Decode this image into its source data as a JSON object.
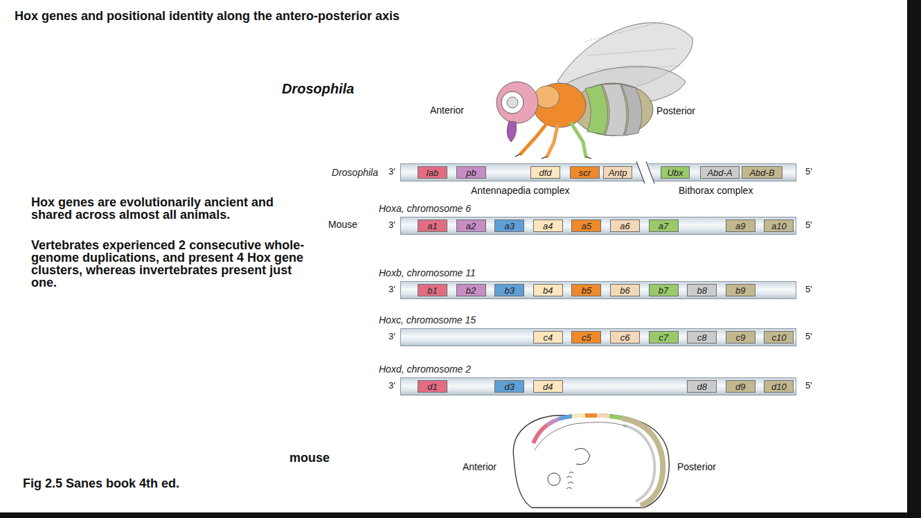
{
  "diagram": {
    "title": "Hox genes and positional identity along the antero-posterior axis",
    "caption": "Fig 2.5 Sanes book 4th ed.",
    "nodes": [
      {
        "text": [
          "Drosophila"
        ]
      },
      {
        "text": [
          "lab"
        ],
        "in": 0
      },
      {
        "text": [
          "pb"
        ],
        "in": 0
      },
      {
        "text": [
          "dfd"
        ],
        "in": 0
      },
      {
        "text": [
          "scr"
        ],
        "in": 0
      },
      {
        "text": [
          "Antp"
        ],
        "in": 0
      },
      {
        "text": [
          "Ubx"
        ],
        "in": 0
      },
      {
        "text": [
          "Abd-A"
        ],
        "in": 0
      },
      {
        "text": [
          "Abd-B"
        ],
        "in": 0
      },
      {
        "text": [
          "Hoxa, chromosome 6"
        ]
      },
      {
        "text": [
          "a1"
        ],
        "in": 9
      },
      {
        "text": [
          "a2"
        ],
        "in": 9
      },
      {
        "text": [
          "a3"
        ],
        "in": 9
      },
      {
        "text": [
          "a4"
        ],
        "in": 9
      },
      {
        "text": [
          "a5"
        ],
        "in": 9
      },
      {
        "text": [
          "a6"
        ],
        "in": 9
      },
      {
        "text": [
          "a7"
        ],
        "in": 9
      },
      {
        "text": [
          "a9"
        ],
        "in": 9
      },
      {
        "text": [
          "a10"
        ],
        "in": 9
      },
      {
        "text": [
          "Hoxb, chromosome 11"
        ]
      },
      {
        "text": [
          "b1"
        ],
        "in": 19
      },
      {
        "text": [
          "b2"
        ],
        "in": 19
      },
      {
        "text": [
          "b3"
        ],
        "in": 19
      },
      {
        "text": [
          "b4"
        ],
        "in": 19
      },
      {
        "text": [
          "b5"
        ],
        "in": 19
      },
      {
        "text": [
          "b6"
        ],
        "in": 19
      },
      {
        "text": [
          "b7"
        ],
        "in": 19
      },
      {
        "text": [
          "b8"
        ],
        "in": 19
      },
      {
        "text": [
          "b9"
        ],
        "in": 19
      },
      {
        "text": [
          "Hoxc, chromosome 15"
        ]
      },
      {
        "text": [
          "c4"
        ],
        "in": 29
      },
      {
        "text": [
          "c5"
        ],
        "in": 29
      },
      {
        "text": [
          "c6"
        ],
        "in": 29
      },
      {
        "text": [
          "c7"
        ],
        "in": 29
      },
      {
        "text": [
          "c8"
        ],
        "in": 29
      },
      {
        "text": [
          "c9"
        ],
        "in": 29
      },
      {
        "text": [
          "c10"
        ],
        "in": 29
      },
      {
        "text": [
          "Hoxd, chromosome 2"
        ]
      },
      {
        "text": [
          "d1"
        ],
        "in": 37
      },
      {
        "text": [
          "d3"
        ],
        "in": 37
      },
      {
        "text": [
          "d4"
        ],
        "in": 37
      },
      {
        "text": [
          "d8"
        ],
        "in": 37
      },
      {
        "text": [
          "d9"
        ],
        "in": 37
      },
      {
        "text": [
          "d10"
        ],
        "in": 37
      }
    ],
    "labels": [
      "Hox genes are evolutionarily ancient and shared across almost all animals.",
      "Vertebrates experienced 2 consecutive whole-genome duplications, and present 4 Hox gene clusters, whereas invertebrates present just one.",
      "Drosophila",
      "Anterior",
      "Posterior",
      "3′",
      "5′",
      "Antennapedia complex",
      "Bithorax complex",
      "Mouse",
      "3′",
      "5′",
      "3′",
      "5′",
      "3′",
      "5′",
      "3′",
      "5′",
      "mouse",
      "Anterior",
      "Posterior"
    ]
  }
}
